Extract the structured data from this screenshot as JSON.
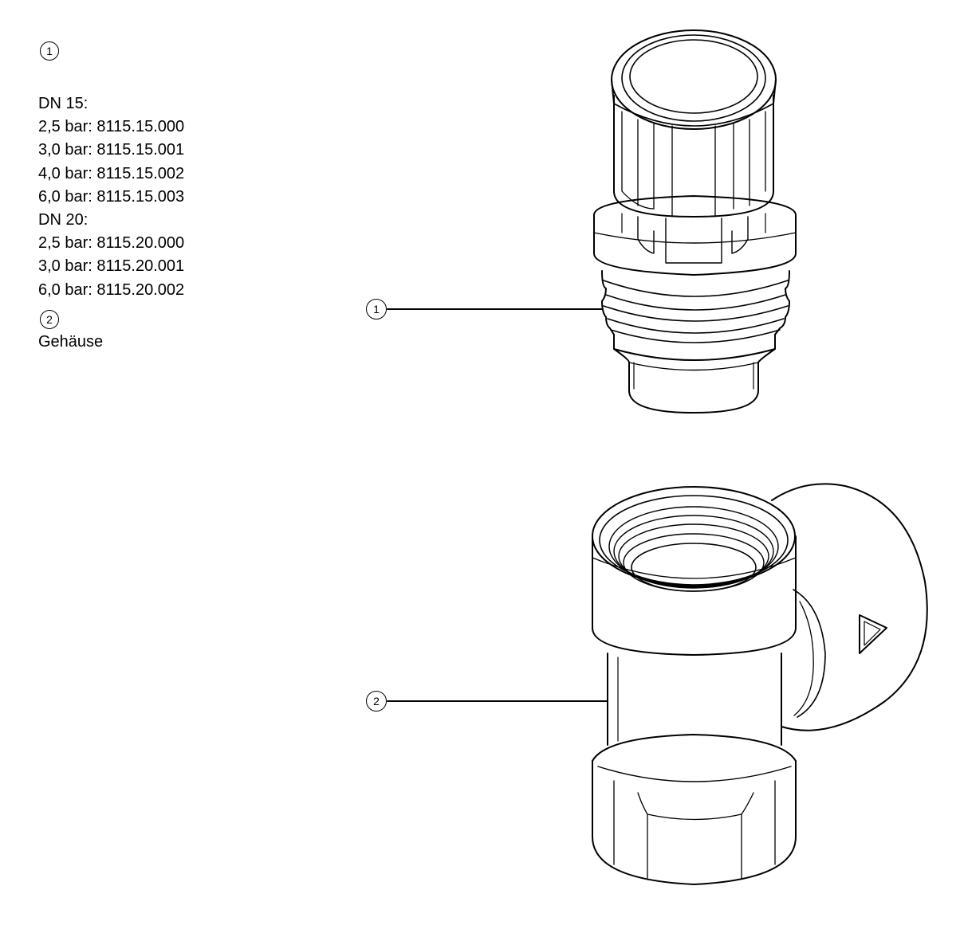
{
  "legend": {
    "item1": {
      "marker": "1",
      "lines": [
        "DN 15:",
        "2,5 bar: 8115.15.000",
        "3,0 bar: 8115.15.001",
        "4,0 bar: 8115.15.002",
        "6,0 bar: 8115.15.003",
        "DN 20:",
        "2,5 bar: 8115.20.000",
        "3,0 bar: 8115.20.001",
        "6,0 bar: 8115.20.002"
      ]
    },
    "item2": {
      "marker": "2",
      "text": "Gehäuse"
    }
  },
  "callouts": {
    "c1": "1",
    "c2": "2"
  }
}
